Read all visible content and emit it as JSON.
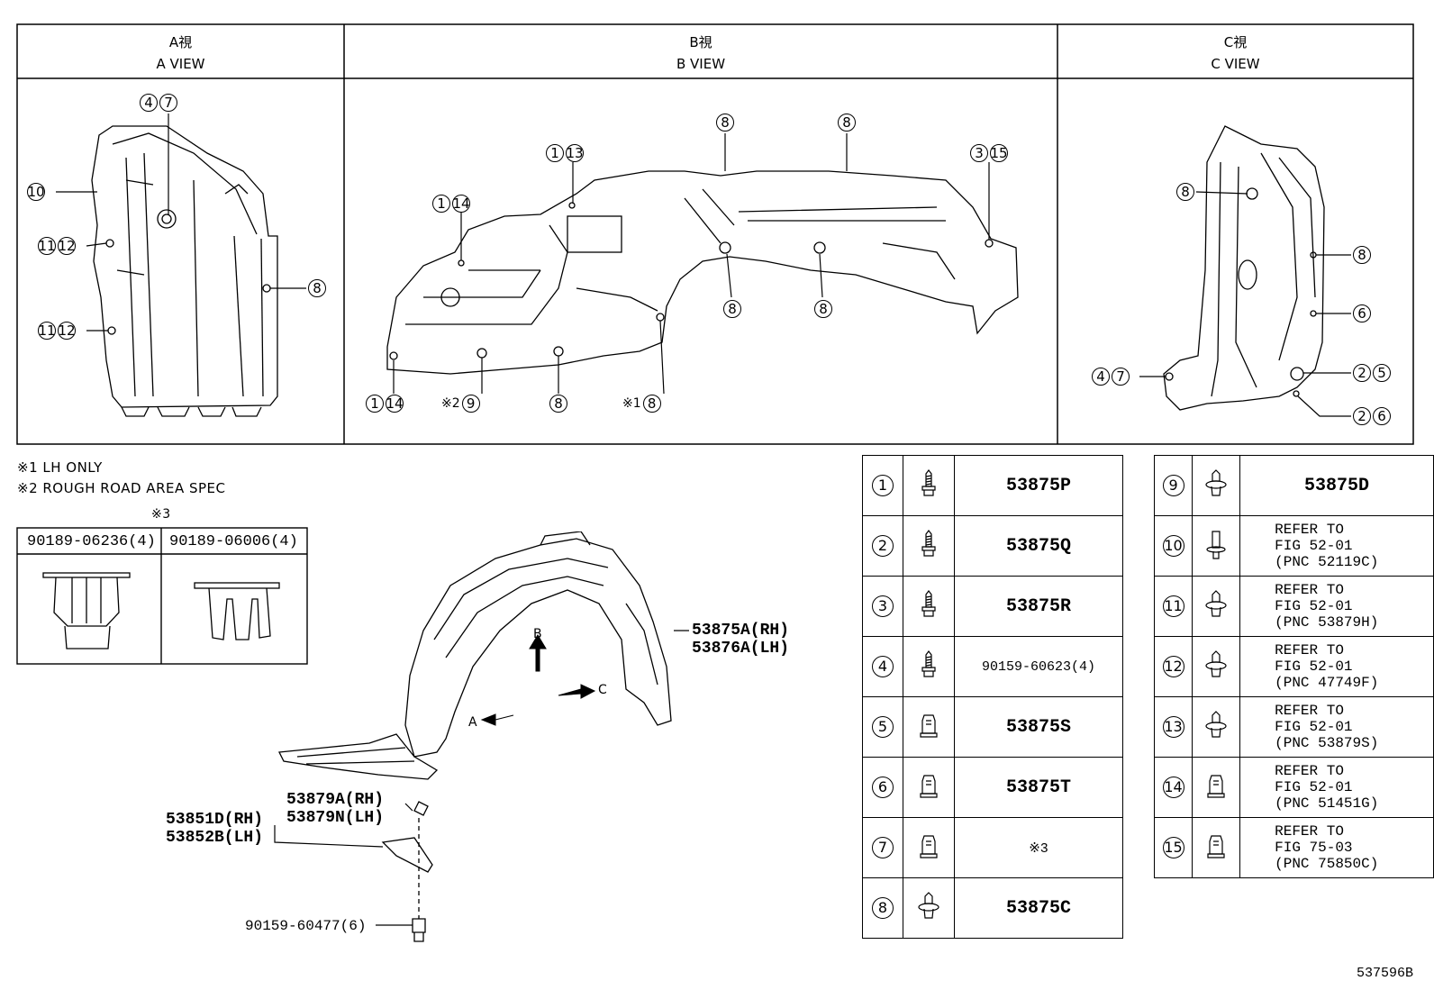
{
  "views": [
    {
      "jp": "A視",
      "en": "A VIEW"
    },
    {
      "jp": "B視",
      "en": "B VIEW"
    },
    {
      "jp": "C視",
      "en": "C VIEW"
    }
  ],
  "view_a_callouts": [
    {
      "nums": [
        "4",
        "7"
      ]
    },
    {
      "nums": [
        "10"
      ]
    },
    {
      "nums": [
        "11",
        "12"
      ]
    },
    {
      "nums": [
        "11",
        "12"
      ]
    },
    {
      "nums": [
        "8"
      ]
    }
  ],
  "view_b_callouts": [
    {
      "nums": [
        "8"
      ]
    },
    {
      "nums": [
        "8"
      ]
    },
    {
      "nums": [
        "1",
        "13"
      ]
    },
    {
      "nums": [
        "3",
        "15"
      ]
    },
    {
      "nums": [
        "1",
        "14"
      ]
    },
    {
      "nums": [
        "8"
      ]
    },
    {
      "nums": [
        "8"
      ]
    },
    {
      "nums": [
        "1",
        "14"
      ]
    },
    {
      "prefix": "※2",
      "nums": [
        "9"
      ]
    },
    {
      "nums": [
        "8"
      ]
    },
    {
      "prefix": "※1",
      "nums": [
        "8"
      ]
    }
  ],
  "view_c_callouts": [
    {
      "nums": [
        "8"
      ]
    },
    {
      "nums": [
        "8"
      ]
    },
    {
      "nums": [
        "6"
      ]
    },
    {
      "nums": [
        "4",
        "7"
      ]
    },
    {
      "nums": [
        "2",
        "5"
      ]
    },
    {
      "nums": [
        "2",
        "6"
      ]
    }
  ],
  "notes": {
    "n1": "※1 LH ONLY",
    "n2": "※2 ROUGH ROAD AREA SPEC",
    "n3": "※3"
  },
  "clip_table": {
    "left": "90189-06236(4)",
    "right": "90189-06006(4)"
  },
  "main_labels": {
    "liner_rh": "53875A(RH)",
    "liner_lh": "53876A(LH)",
    "arrow_b": "B",
    "arrow_a": "A",
    "arrow_c": "C",
    "bracket_rh": "53879A(RH)",
    "bracket_lh": "53879N(LH)",
    "shield_rh": "53851D(RH)",
    "shield_lh": "53852B(LH)",
    "bolt": "90159-60477(6)"
  },
  "parts_left": [
    {
      "num": "1",
      "icon": "screw-icon",
      "pn": "53875P"
    },
    {
      "num": "2",
      "icon": "screw-icon",
      "pn": "53875Q"
    },
    {
      "num": "3",
      "icon": "screw-icon",
      "pn": "53875R"
    },
    {
      "num": "4",
      "icon": "screw-icon",
      "pn": "90159-60623(4)",
      "small": true
    },
    {
      "num": "5",
      "icon": "nut-icon",
      "pn": "53875S"
    },
    {
      "num": "6",
      "icon": "nut-icon",
      "pn": "53875T"
    },
    {
      "num": "7",
      "icon": "nut-icon",
      "pn": "※3",
      "small": true
    },
    {
      "num": "8",
      "icon": "clip-icon",
      "pn": "53875C"
    }
  ],
  "parts_right": [
    {
      "num": "9",
      "icon": "clip-icon",
      "pn": "53875D"
    },
    {
      "num": "10",
      "icon": "rivet-icon",
      "pn": "REFER TO\nFIG 52-01\n(PNC 52119C)",
      "ref": true
    },
    {
      "num": "11",
      "icon": "clip-icon",
      "pn": "REFER TO\nFIG 52-01\n(PNC 53879H)",
      "ref": true
    },
    {
      "num": "12",
      "icon": "clip-icon",
      "pn": "REFER TO\nFIG 52-01\n(PNC 47749F)",
      "ref": true
    },
    {
      "num": "13",
      "icon": "clip-icon",
      "pn": "REFER TO\nFIG 52-01\n(PNC 53879S)",
      "ref": true
    },
    {
      "num": "14",
      "icon": "nut-icon",
      "pn": "REFER TO\nFIG 52-01\n(PNC 51451G)",
      "ref": true
    },
    {
      "num": "15",
      "icon": "nut-icon",
      "pn": "REFER TO\nFIG 75-03\n(PNC 75850C)",
      "ref": true
    }
  ],
  "figure_id": "537596B"
}
